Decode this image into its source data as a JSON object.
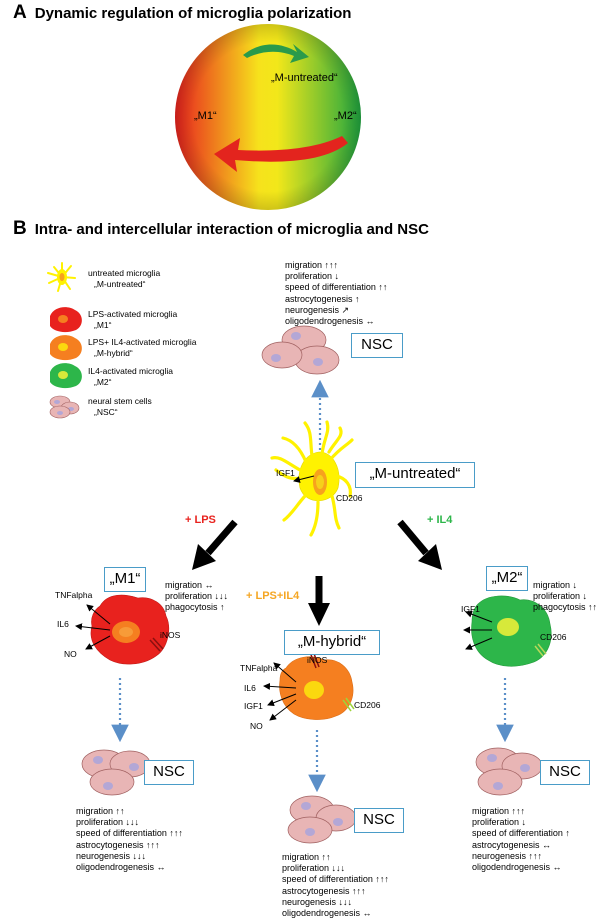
{
  "panel_a": {
    "letter": "A",
    "title": "Dynamic regulation of microglia polarization",
    "label_center": "„M-untreated“",
    "label_left": "„M1“",
    "label_right": "„M2“"
  },
  "panel_b": {
    "letter": "B",
    "title": "Intra- and intercellular interaction of microglia and NSC"
  },
  "legend": [
    {
      "line1": "untreated microglia",
      "line2": "„M-untreated“"
    },
    {
      "line1": "LPS-activated microglia",
      "line2": "„M1“"
    },
    {
      "line1": "LPS+ IL4-activated microglia",
      "line2": "„M-hybrid“"
    },
    {
      "line1": "IL4-activated microglia",
      "line2": "„M2“"
    },
    {
      "line1": "neural stem cells",
      "line2": "„NSC“"
    }
  ],
  "colors": {
    "red": "#e8221e",
    "orange": "#f57f20",
    "green": "#2db64a",
    "yellow": "#fff200",
    "nsc_cell": "#e8b5b5",
    "nsc_nucleus": "#b3a7d6",
    "box_border": "#4a9cc8",
    "dotted_arrow": "#5b8fc8"
  },
  "treatments": {
    "lps": "+ LPS",
    "il4": "+ IL4",
    "lps_il4": "+ LPS+IL4"
  },
  "boxes": {
    "nsc": "NSC",
    "m_untreated": "„M-untreated“",
    "m1": "„M1“",
    "m2": "„M2“",
    "m_hybrid": "„M-hybrid“"
  },
  "markers": {
    "igf1": "IGF1",
    "cd206": "CD206",
    "tnfalpha": "TNFalpha",
    "il6": "IL6",
    "no": "NO",
    "inos": "iNOS"
  },
  "effects": {
    "nsc_top": [
      "migration  ↑↑↑",
      "proliferation ↓",
      "speed of differentiation ↑↑",
      "astrocytogenesis  ↑",
      "neurogenesis ↗",
      "oligodendrogenesis ↔"
    ],
    "m1": [
      "migration  ↔",
      "proliferation ↓↓↓",
      "phagocytosis ↑"
    ],
    "m2": [
      "migration  ↓",
      "proliferation ↓",
      "phagocytosis ↑↑"
    ],
    "nsc_m1": [
      "migration  ↑↑",
      "proliferation ↓↓↓",
      "speed of differentiation ↑↑↑",
      "astrocytogenesis  ↑↑↑",
      "neurogenesis ↓↓↓",
      "oligodendrogenesis ↔"
    ],
    "nsc_hybrid": [
      "migration  ↑↑",
      "proliferation ↓↓↓",
      "speed of differentiation ↑↑↑",
      "astrocytogenesis  ↑↑↑",
      "neurogenesis ↓↓↓",
      "oligodendrogenesis ↔"
    ],
    "nsc_m2": [
      "migration  ↑↑↑",
      "proliferation ↓",
      "speed of differentiation ↑",
      "astrocytogenesis  ↔",
      "neurogenesis  ↑↑↑",
      "oligodendrogenesis ↔"
    ]
  }
}
